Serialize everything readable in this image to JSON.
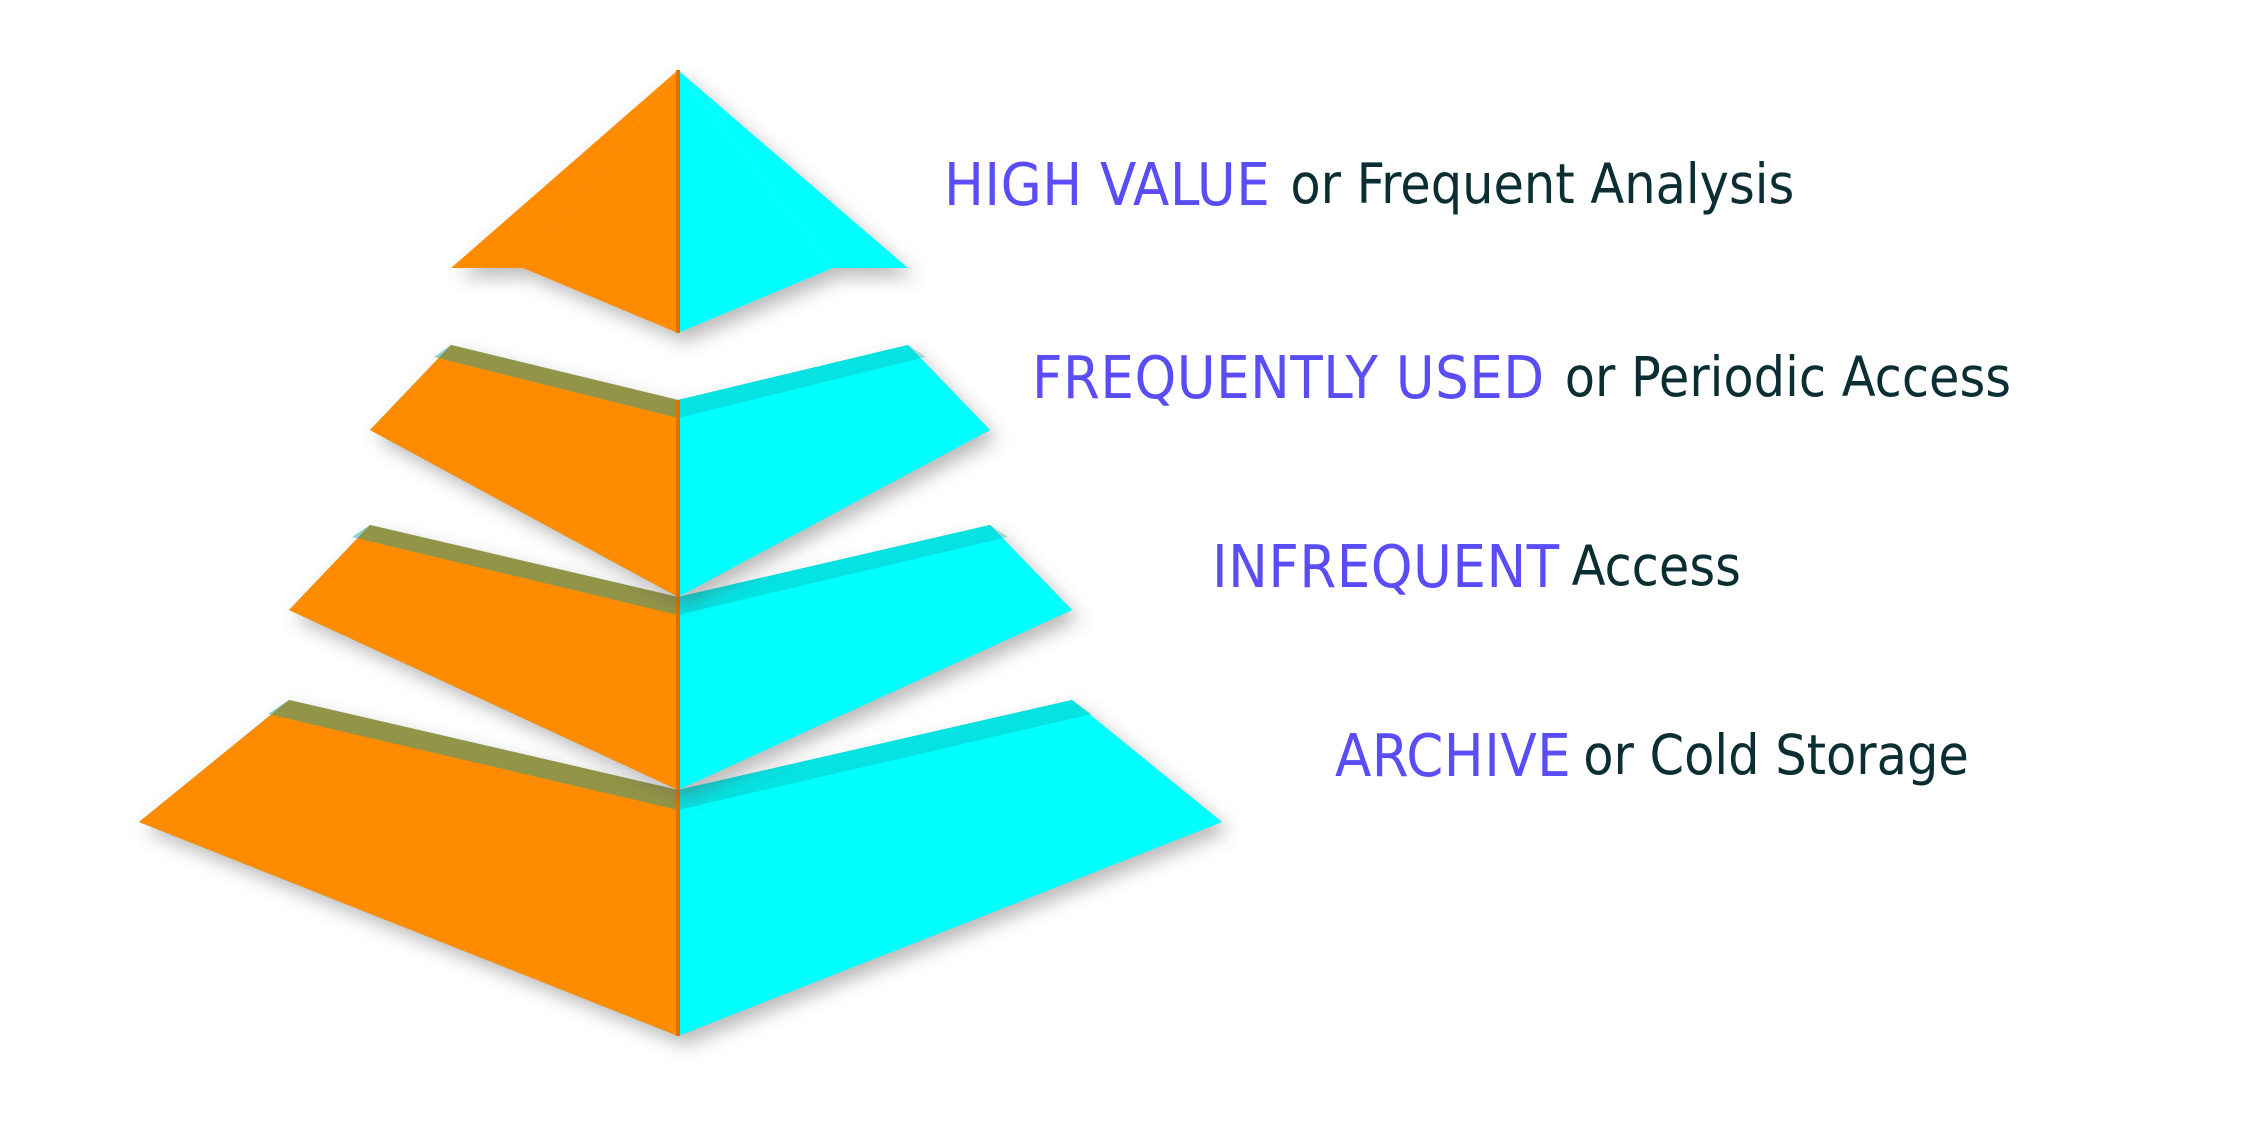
{
  "diagram": {
    "type": "4-tier 3D pyramid",
    "title": "",
    "colors": {
      "left_face_orange": "#FF8C00",
      "right_face_cyan": "#00FFFF",
      "top_surface_teal": "#17BFBF",
      "connector_line_teal": "#1BC4C4",
      "key_text_purple": "#5B4DF5",
      "body_text_dark": "#0B2E33",
      "background": "#FFFFFF"
    }
  },
  "tiers": [
    {
      "index": 1,
      "name": "high-value",
      "key": "HIGH VALUE",
      "rest": "or Frequent Analysis",
      "connector": "leader-line-1"
    },
    {
      "index": 2,
      "name": "frequently-used",
      "key": "FREQUENTLY USED",
      "rest": "or Periodic Access",
      "connector": "leader-line-2"
    },
    {
      "index": 3,
      "name": "infrequent",
      "key": "INFREQUENT",
      "rest": "Access",
      "connector": "leader-line-3"
    },
    {
      "index": 4,
      "name": "archive",
      "key": "ARCHIVE",
      "rest": "or Cold Storage",
      "connector": "leader-line-4"
    }
  ]
}
